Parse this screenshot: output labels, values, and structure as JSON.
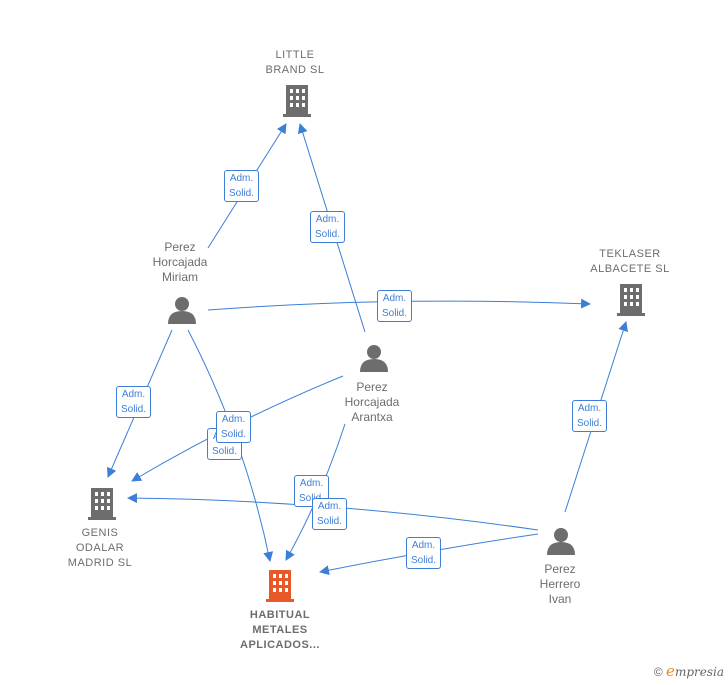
{
  "nodes": {
    "little_brand": "LITTLE\nBRAND  SL",
    "teklaser": "TEKLASER\nALBACETE  SL",
    "genis": "GENIS\nODALAR\nMADRID  SL",
    "habitual": "HABITUAL\nMETALES\nAPLICADOS...",
    "miriam": "Perez\nHorcajada\nMiriam",
    "arantxa": "Perez\nHorcajada\nArantxa",
    "ivan": "Perez\nHerrero\nIvan"
  },
  "edge_label": "Adm.\nSolid.",
  "brand": {
    "copyright": "©",
    "e": "e",
    "rest": "mpresia"
  },
  "colors": {
    "edge": "#3d7fd6",
    "company": "#6d6d6d",
    "focus_company": "#e8592a",
    "person": "#6d6d6d"
  }
}
